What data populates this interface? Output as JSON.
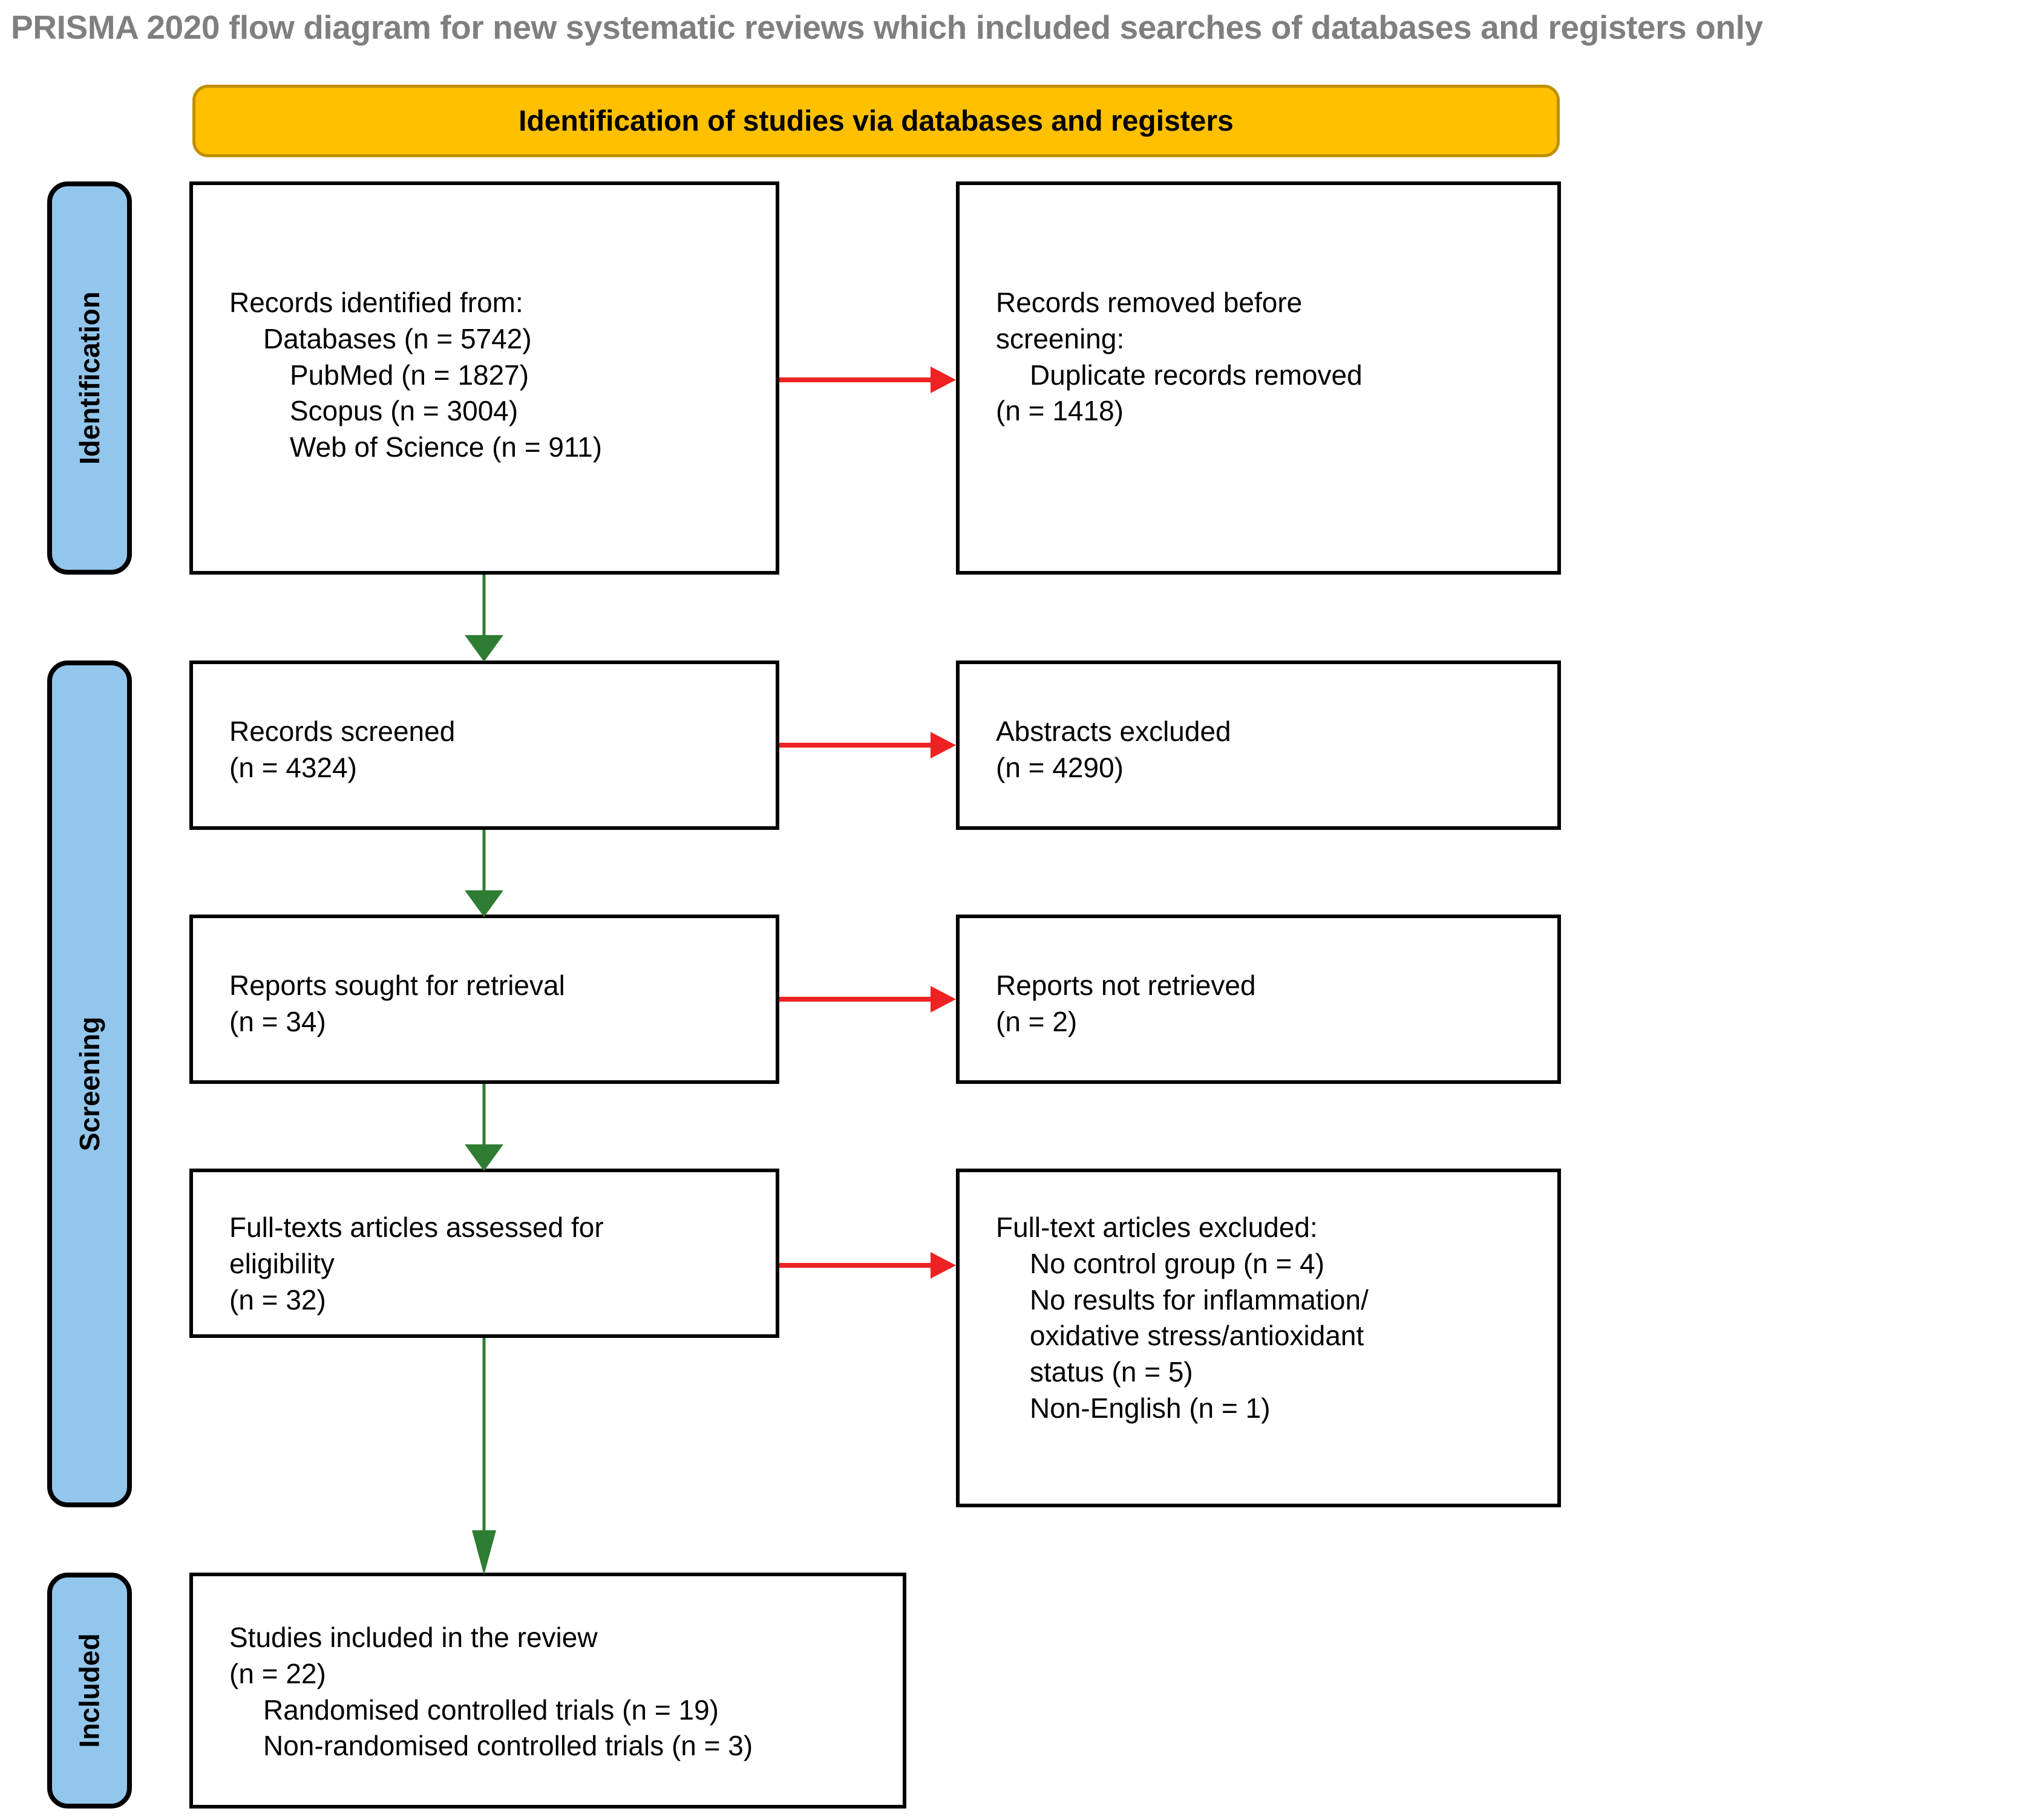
{
  "title": "PRISMA 2020 flow diagram for new systematic reviews which included searches of databases and registers only",
  "colors": {
    "banner_fill": "#ffc000",
    "banner_border": "#bf8f00",
    "stage_fill": "#93c6ec",
    "stage_border": "#000000",
    "box_border": "#000000",
    "flow_arrow": "#2e7d32",
    "exclusion_arrow": "#ee2222",
    "title_text": "#7f7f7f"
  },
  "banner": {
    "label": "Identification of studies via databases and registers"
  },
  "stages": [
    {
      "key": "identification",
      "label": "Identification"
    },
    {
      "key": "screening",
      "label": "Screening"
    },
    {
      "key": "included",
      "label": "Included"
    }
  ],
  "boxes": {
    "identified": {
      "lines": [
        "Records identified from:",
        "Databases (n = 5742)",
        "PubMed (n = 1827)",
        "Scopus (n = 3004)",
        "Web of Science (n = 911)"
      ]
    },
    "removed": {
      "lines": [
        "Records removed before",
        "screening:",
        "Duplicate records removed",
        "(n = 1418)"
      ]
    },
    "screened": {
      "lines": [
        "Records screened",
        "(n = 4324)"
      ]
    },
    "abstracts_excluded": {
      "lines": [
        "Abstracts excluded",
        "(n = 4290)"
      ]
    },
    "sought": {
      "lines": [
        "Reports sought for retrieval",
        "(n = 34)"
      ]
    },
    "not_retrieved": {
      "lines": [
        "Reports not retrieved",
        "(n = 2)"
      ]
    },
    "fulltext_assessed": {
      "lines": [
        "Full-texts articles assessed for",
        "eligibility",
        "(n = 32)"
      ]
    },
    "fulltext_excluded": {
      "lines": [
        "Full-text articles excluded:",
        "No control group (n = 4)",
        "No results for inflammation/",
        "oxidative stress/antioxidant",
        "status (n = 5)",
        "Non-English (n = 1)"
      ]
    },
    "included": {
      "lines": [
        "Studies included in the review",
        "(n = 22)",
        "Randomised controlled trials (n = 19)",
        "Non-randomised controlled trials (n = 3)"
      ]
    }
  },
  "counts": {
    "databases_total": 5742,
    "pubmed": 1827,
    "scopus": 3004,
    "web_of_science": 911,
    "duplicates_removed": 1418,
    "records_screened": 4324,
    "abstracts_excluded": 4290,
    "reports_sought": 34,
    "reports_not_retrieved": 2,
    "fulltext_assessed": 32,
    "excluded_no_control_group": 4,
    "excluded_no_results": 5,
    "excluded_non_english": 1,
    "studies_included": 22,
    "randomised_controlled_trials": 19,
    "non_randomised_controlled_trials": 3
  }
}
